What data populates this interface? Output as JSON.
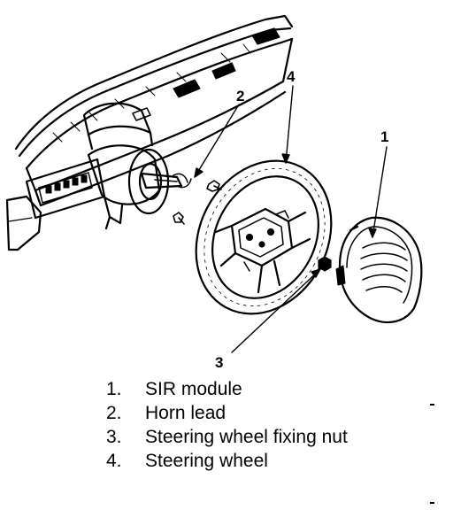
{
  "callouts": {
    "c1": "1",
    "c2": "2",
    "c3": "3",
    "c4": "4"
  },
  "legend": [
    {
      "number": "1.",
      "text": "SIR module"
    },
    {
      "number": "2.",
      "text": "Horn lead"
    },
    {
      "number": "3.",
      "text": "Steering wheel fixing nut"
    },
    {
      "number": "4.",
      "text": "Steering wheel"
    }
  ]
}
